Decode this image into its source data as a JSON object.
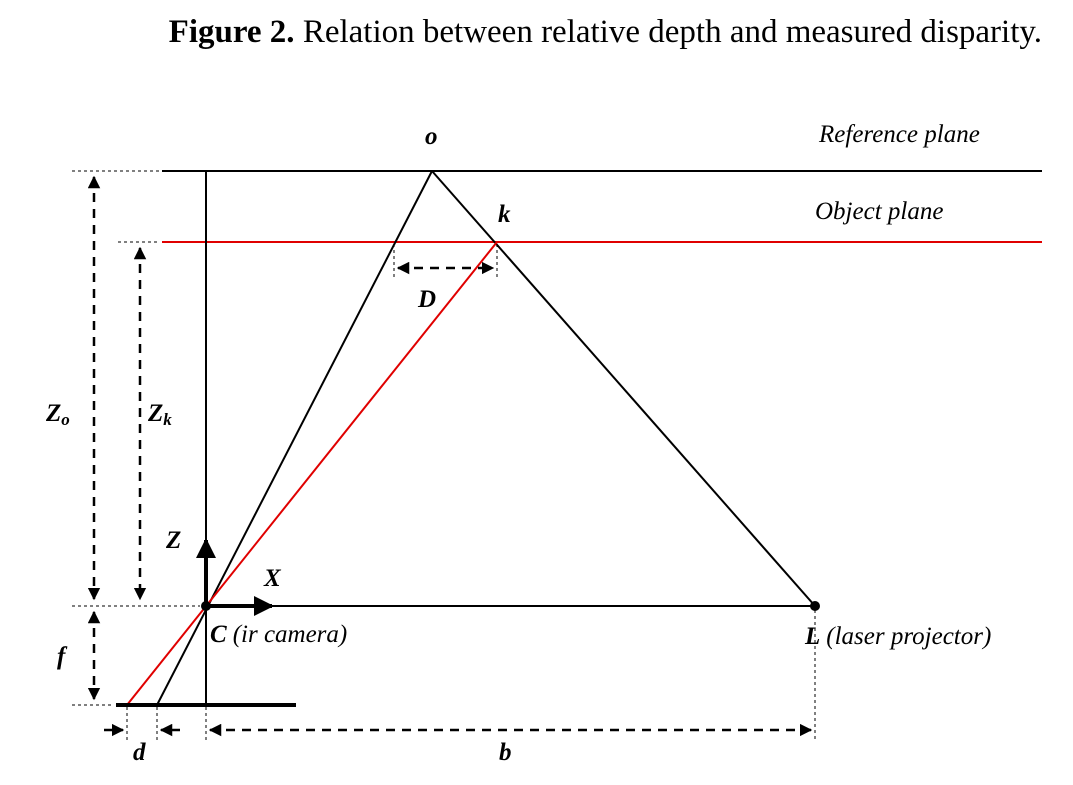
{
  "figure": {
    "label": "Figure 2.",
    "caption": "Relation between relative depth and measured disparity."
  },
  "labels": {
    "o": "o",
    "k": "k",
    "reference_plane": "Reference plane",
    "object_plane": "Object plane",
    "D": "D",
    "Zo_main": "Z",
    "Zo_sub": "o",
    "Zk_main": "Z",
    "Zk_sub": "k",
    "Z_axis": "Z",
    "X_axis": "X",
    "C": "C",
    "C_desc": "(ir camera)",
    "L": "L",
    "L_desc": "(laser projector)",
    "f": "f",
    "d": "d",
    "b": "b"
  },
  "colors": {
    "object_plane": "#e00000",
    "lines": "#000000"
  }
}
